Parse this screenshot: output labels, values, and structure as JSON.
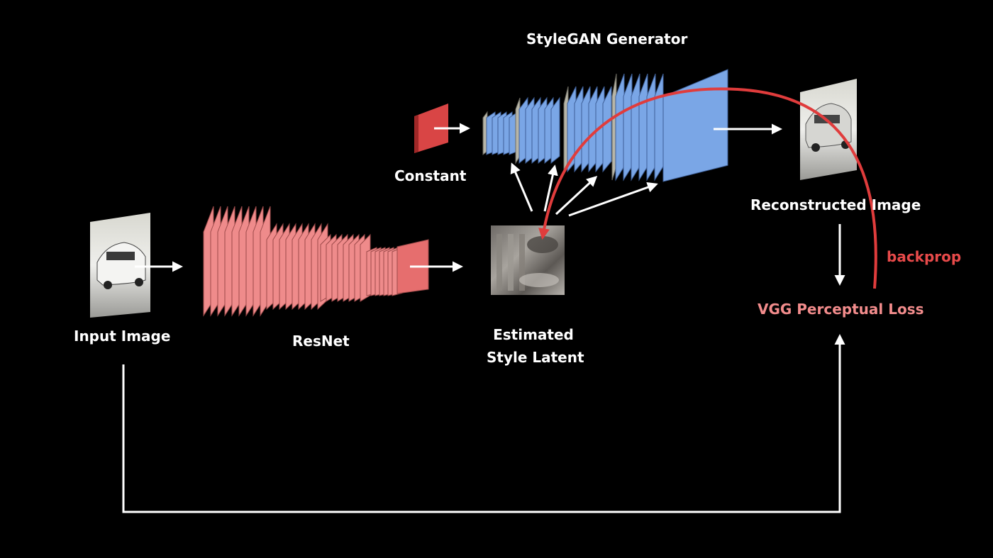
{
  "labels": {
    "generator_title": "StyleGAN Generator",
    "constant": "Constant",
    "input_image": "Input Image",
    "resnet": "ResNet",
    "estimated_line1": "Estimated",
    "estimated_line2": "Style Latent",
    "reconstructed_image": "Reconstructed Image",
    "backprop": "backprop",
    "vgg_loss": "VGG Perceptual Loss"
  },
  "colors": {
    "background": "#000000",
    "resnet_layer": "#ef8b8b",
    "constant_block": "#d94545",
    "generator_layer": "#7aa6e6",
    "generator_spacer": "#b8b6a8",
    "backprop_arrow": "#e03c3c",
    "loss_text": "#f28c8c",
    "arrow": "#ffffff"
  }
}
